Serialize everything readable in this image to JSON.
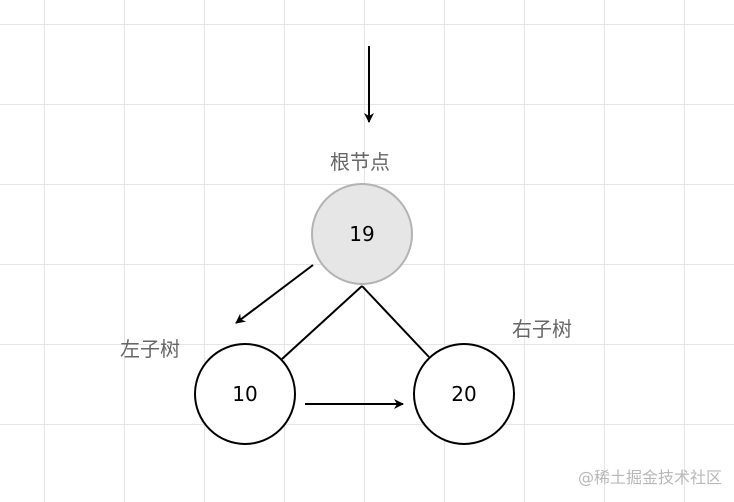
{
  "labels": {
    "root": "根节点",
    "left_subtree": "左子树",
    "right_subtree": "右子树"
  },
  "nodes": {
    "root": {
      "value": "19",
      "fill": "#e6e6e6",
      "stroke": "#b3b3b3"
    },
    "left": {
      "value": "10",
      "fill": "#ffffff",
      "stroke": "#000000"
    },
    "right": {
      "value": "20",
      "fill": "#ffffff",
      "stroke": "#000000"
    }
  },
  "watermark": "@稀土掘金技术社区",
  "colors": {
    "grid": "#e6e6e6",
    "label_text": "#666666",
    "edge": "#000000"
  }
}
